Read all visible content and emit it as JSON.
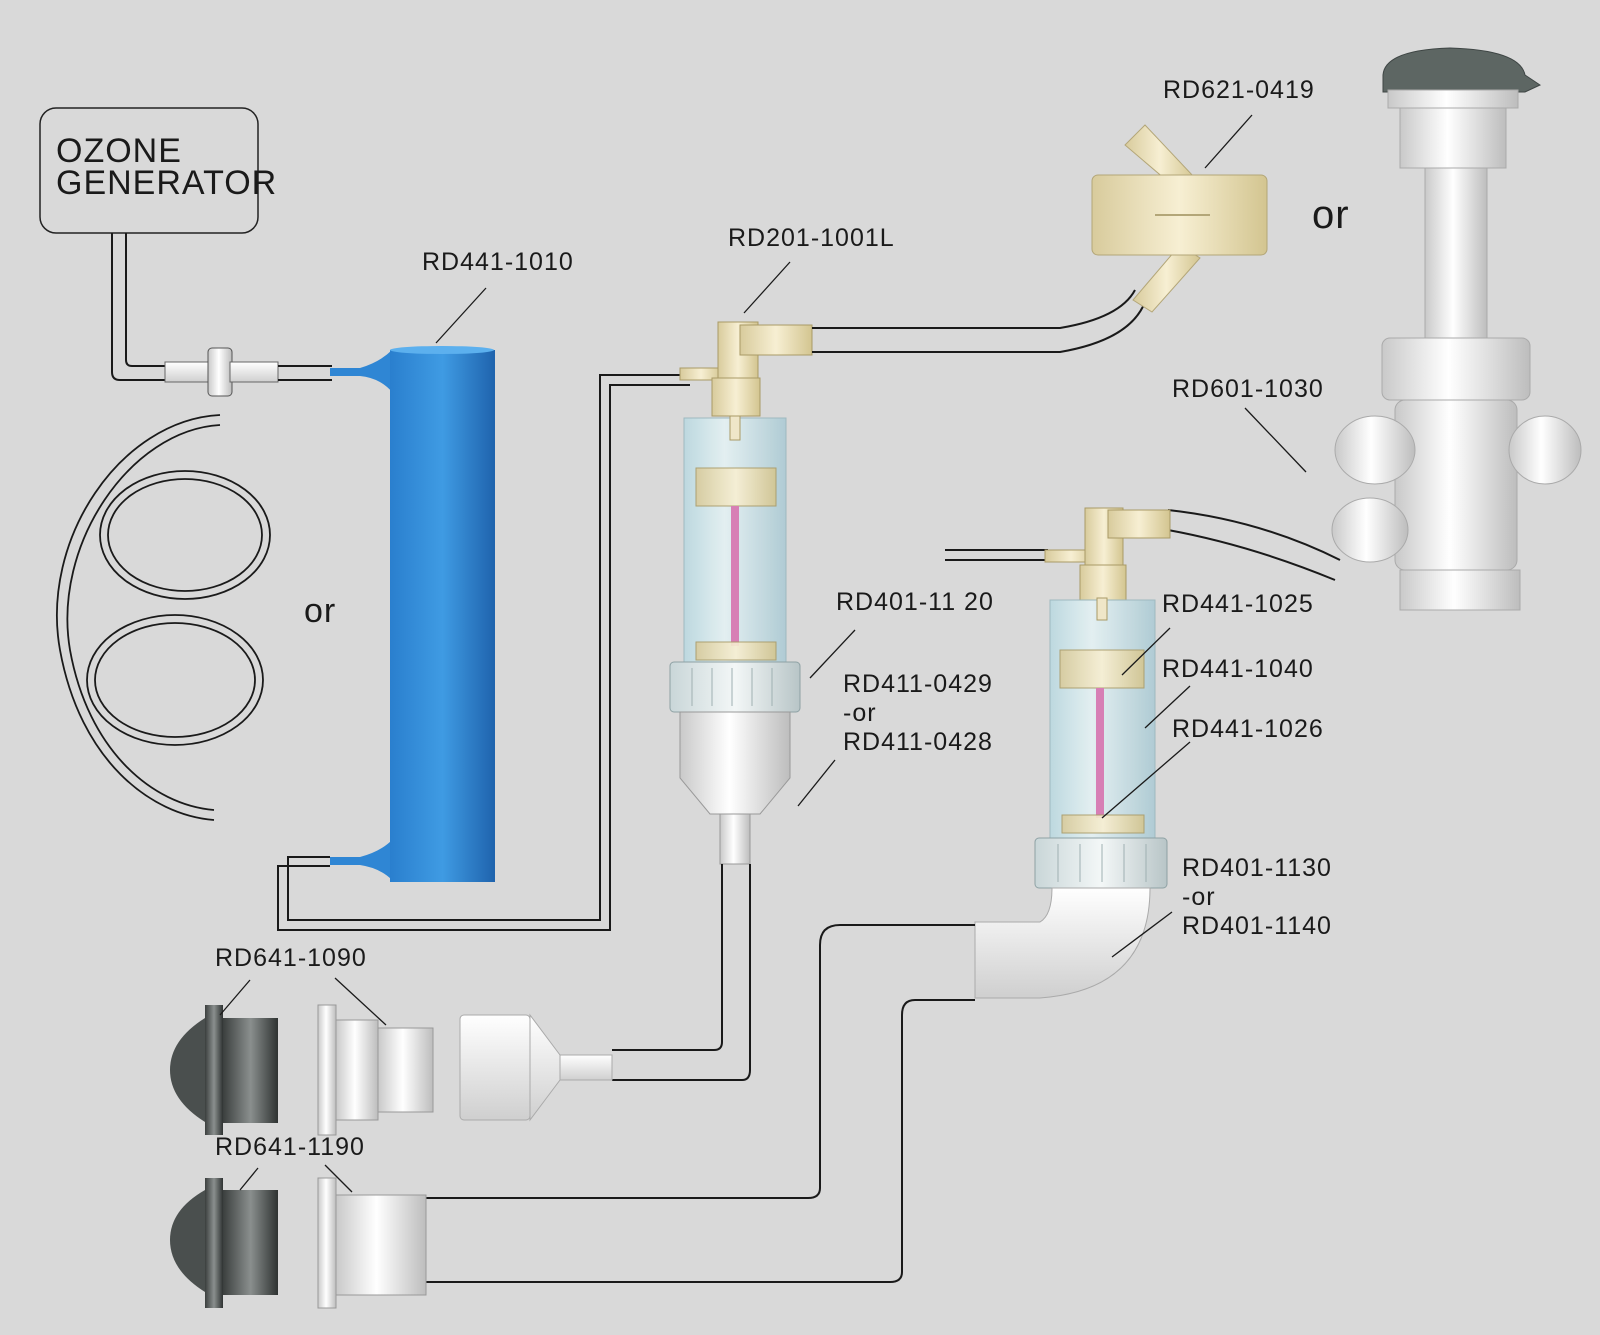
{
  "colors": {
    "background": "#d9d9d9",
    "blue_column": "#2f86d4",
    "pink_rod": "#d77fb5",
    "clear_housing": "#cfe6ea",
    "cream_part": "#efe6c8",
    "white_part": "#f2f2f2",
    "dark_cap": "#5d6663"
  },
  "generator": {
    "line1": "OZONE",
    "line2": "GENERATOR"
  },
  "labels": {
    "rd441_1010": "RD441-1010",
    "rd201_1001l": "RD201-1001L",
    "rd621_0419": "RD621-0419",
    "rd601_1030": "RD601-1030",
    "rd401_1120": "RD401-11 20",
    "rd411_a": "RD411-0429",
    "rd411_or": "-or",
    "rd411_b": "RD411-0428",
    "rd441_1025": "RD441-1025",
    "rd441_1040": "RD441-1040",
    "rd441_1026": "RD441-1026",
    "rd401_a": "RD401-1130",
    "rd401_or": "-or",
    "rd401_b": "RD401-1140",
    "rd641_1090": "RD641-1090",
    "rd641_1190": "RD641-1190"
  },
  "or_texts": {
    "coil_or": "or",
    "valve_or": "or"
  },
  "icons": [
    "coiled-tube-icon",
    "check-valve-icon",
    "ozone-column-icon",
    "venturi-injector-icon",
    "tee-fitting-icon",
    "diverter-valve-icon",
    "wall-fitting-icon"
  ]
}
